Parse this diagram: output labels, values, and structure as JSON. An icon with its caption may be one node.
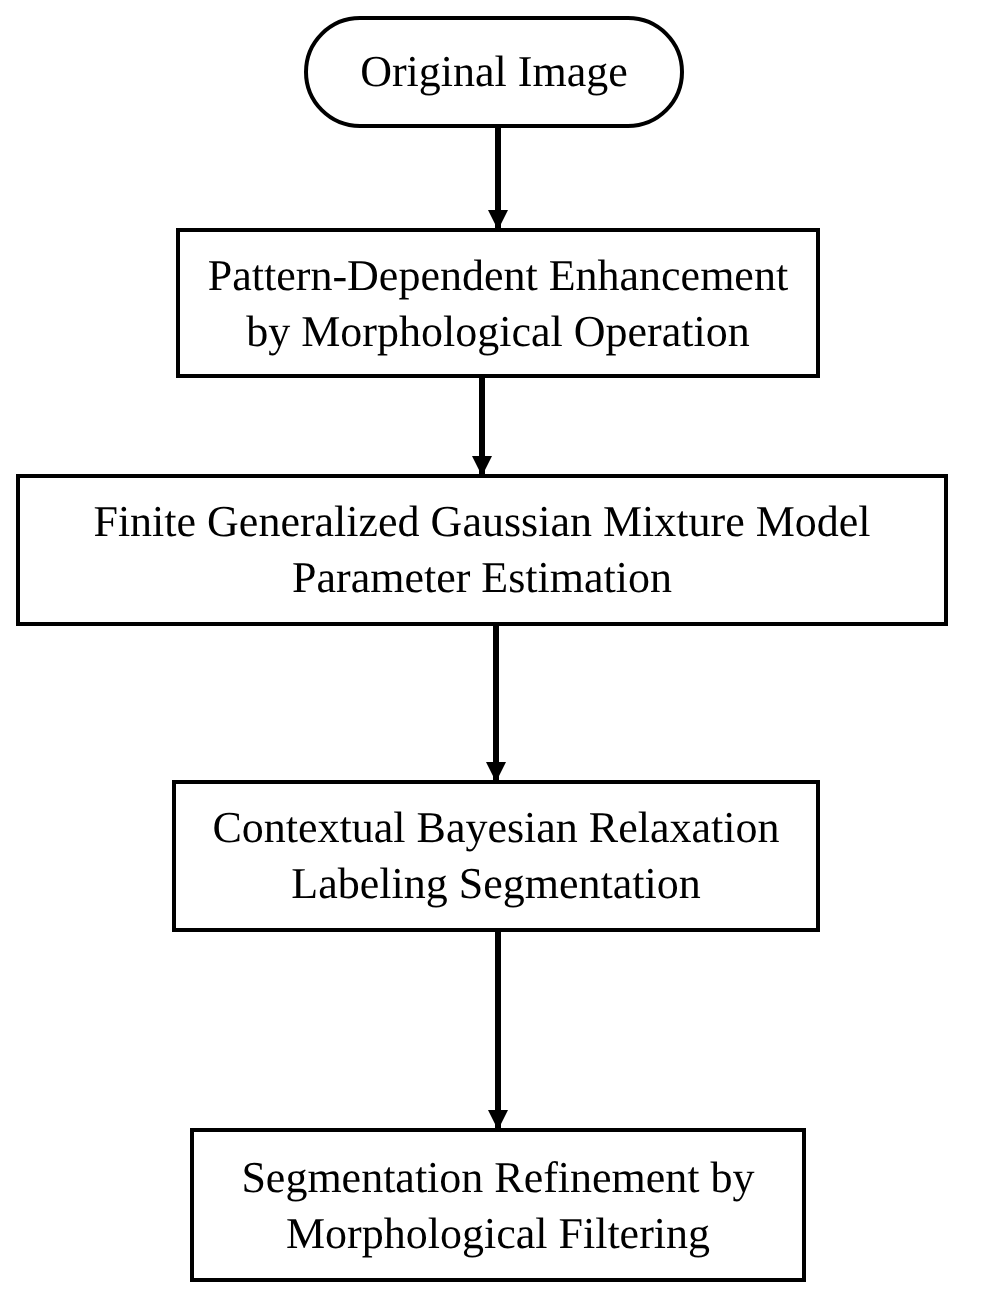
{
  "diagram": {
    "nodes": [
      {
        "text": [
          "Original Image"
        ]
      },
      {
        "text": [
          "Pattern-Dependent Enhancement by Morphological Operation"
        ]
      },
      {
        "text": [
          "Finite Generalized Gaussian Mixture Model Parameter Estimation"
        ]
      },
      {
        "text": [
          "Contextual Bayesian Relaxation Labeling Segmentation"
        ]
      },
      {
        "text": [
          "Segmentation Refinement by Morphological Filtering"
        ]
      }
    ],
    "edges": [
      {
        "from": 0,
        "to": 1,
        "arrow": "to"
      },
      {
        "from": 1,
        "to": 2,
        "arrow": "to"
      },
      {
        "from": 2,
        "to": 3,
        "arrow": "to"
      },
      {
        "from": 3,
        "to": 4,
        "arrow": "to"
      }
    ]
  }
}
